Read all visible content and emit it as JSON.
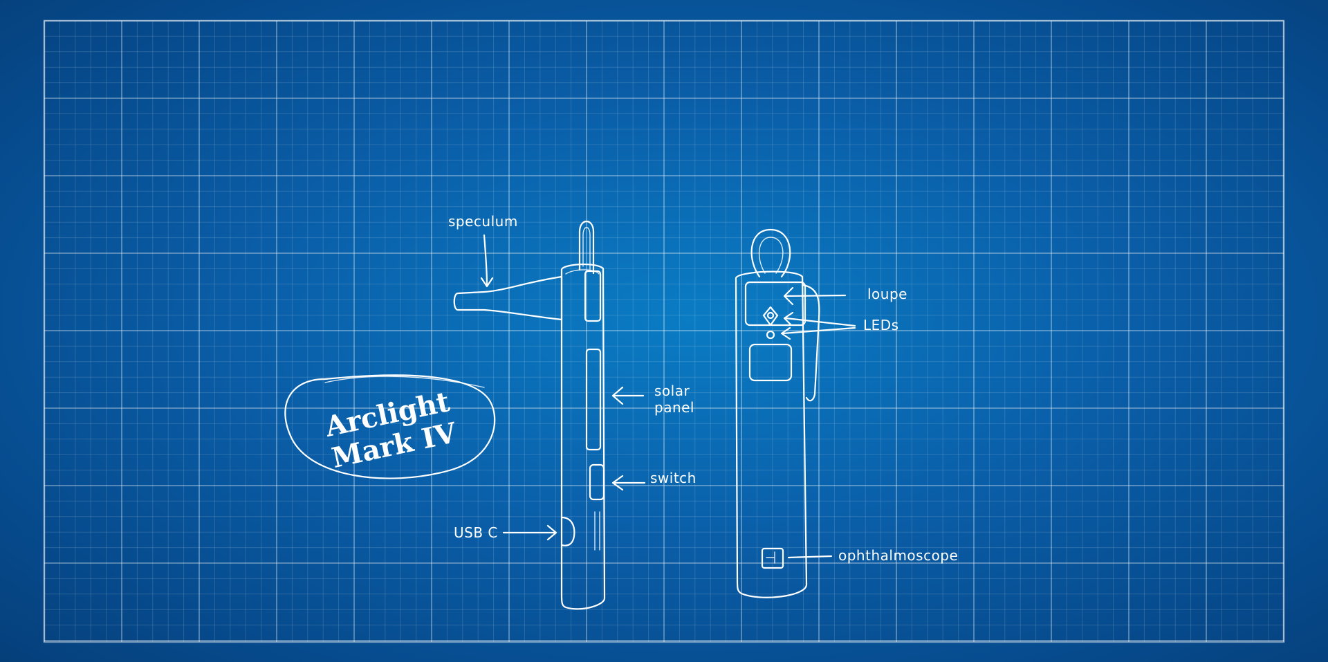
{
  "title": {
    "line1": "Arclight",
    "line2": "Mark IV"
  },
  "labels": {
    "speculum": "speculum",
    "solar_line1": "solar",
    "solar_line2": "panel",
    "switch": "switch",
    "usb": "USB C",
    "loupe": "loupe",
    "leds": "LEDs",
    "ophthalmoscope": "ophthalmoscope"
  },
  "colors": {
    "background": "#0a6cb4",
    "grid": "#ffffff",
    "ink": "#ffffff"
  }
}
